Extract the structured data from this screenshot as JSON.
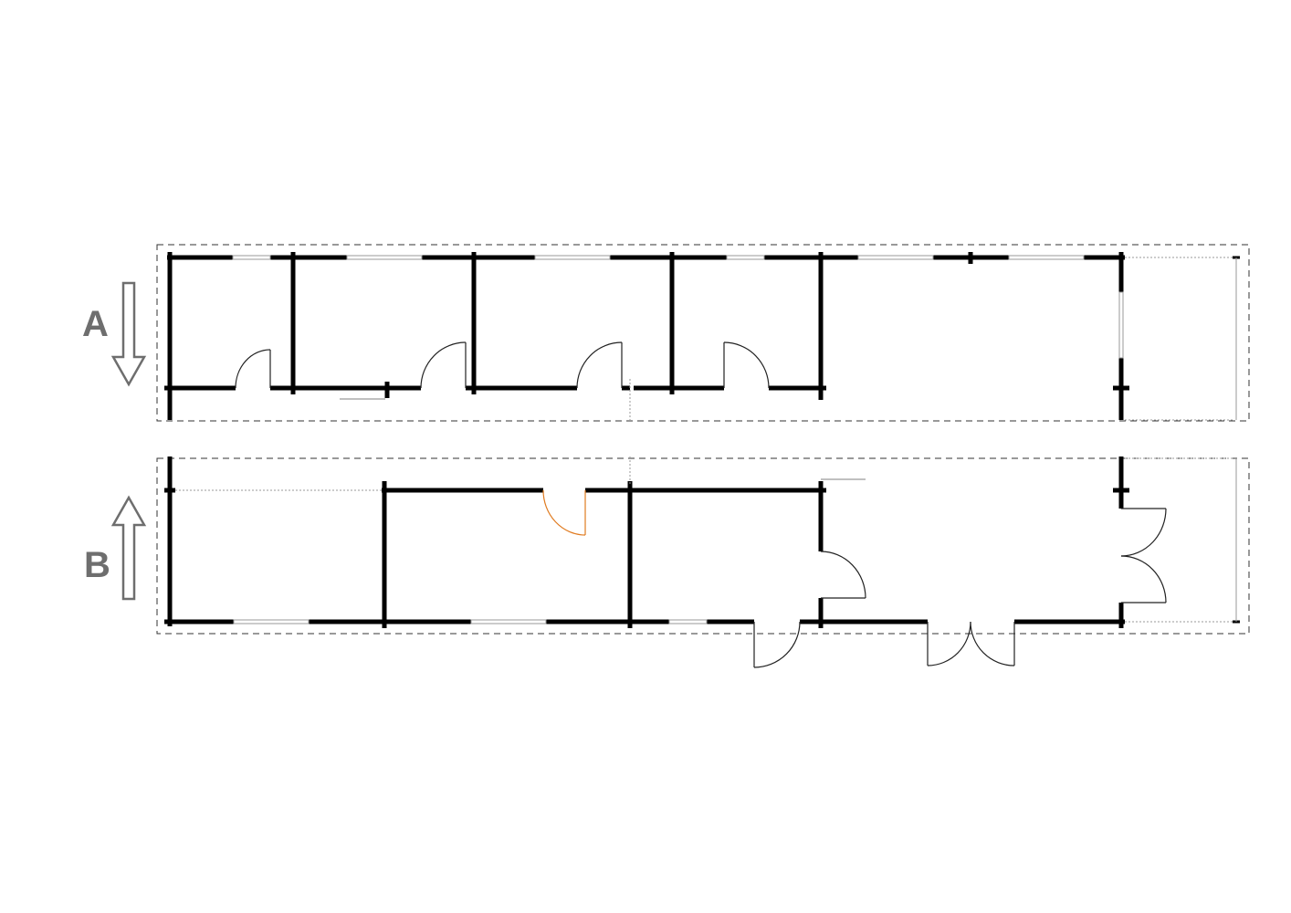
{
  "modules": [
    {
      "id": "module-a",
      "label": "A",
      "arrow_direction": "down"
    },
    {
      "id": "module-b",
      "label": "B",
      "arrow_direction": "up"
    }
  ],
  "colors": {
    "wall": "#000000",
    "outline": "#333333",
    "window": "#9a9a9a",
    "door": "#222222",
    "highlight_door": "#e07a1f",
    "label": "#6e6e6e"
  }
}
